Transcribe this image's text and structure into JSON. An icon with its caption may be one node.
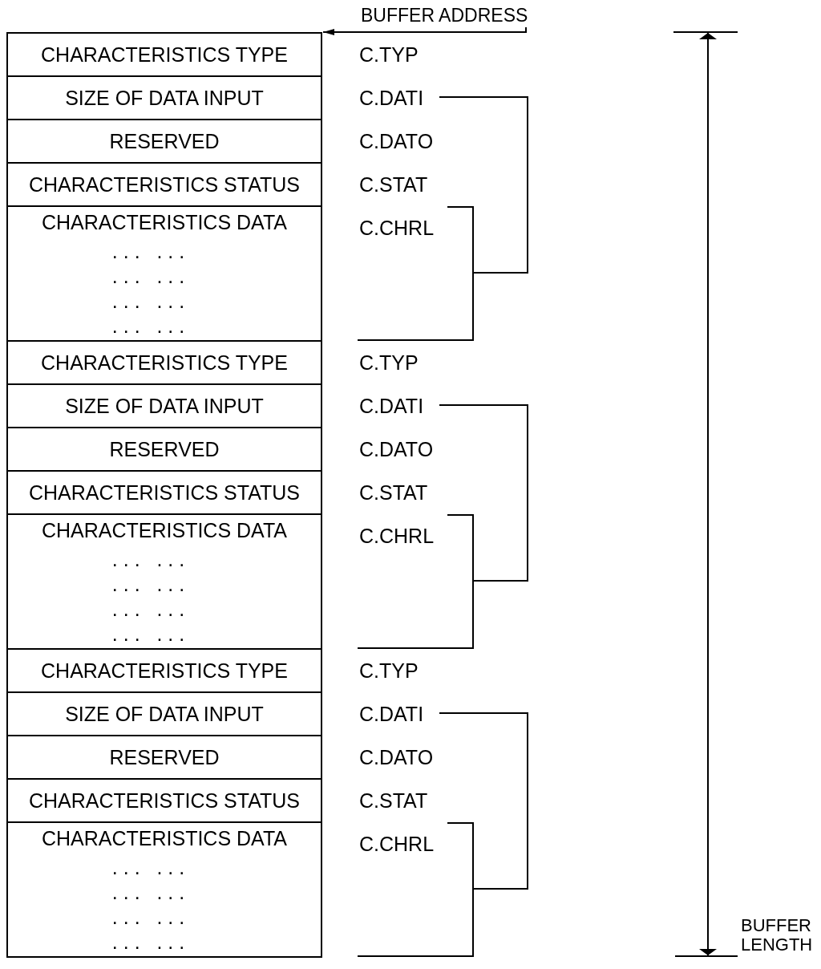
{
  "diagram": {
    "nodes": [
      {
        "text": [
          "BUFFER ADDRESS"
        ]
      },
      {
        "text": [
          "CHARACTERISTICS TYPE"
        ],
        "beside": [
          "C.TYP"
        ]
      },
      {
        "text": [
          "SIZE OF DATA INPUT"
        ],
        "beside": [
          "C.DATI"
        ]
      },
      {
        "text": [
          "RESERVED"
        ],
        "beside": [
          "C.DATO"
        ]
      },
      {
        "text": [
          "CHARACTERISTICS STATUS"
        ],
        "beside": [
          "C.STAT"
        ]
      },
      {
        "text": [
          "CHARACTERISTICS DATA",
          ". . .   . . .",
          ". . .   . . .",
          ". . .   . . .",
          ". . .   . . ."
        ],
        "beside": [
          "C.CHRL"
        ]
      },
      {
        "text": [
          "CHARACTERISTICS TYPE"
        ],
        "beside": [
          "C.TYP"
        ]
      },
      {
        "text": [
          "SIZE OF DATA INPUT"
        ],
        "beside": [
          "C.DATI"
        ]
      },
      {
        "text": [
          "RESERVED"
        ],
        "beside": [
          "C.DATO"
        ]
      },
      {
        "text": [
          "CHARACTERISTICS STATUS"
        ],
        "beside": [
          "C.STAT"
        ]
      },
      {
        "text": [
          "CHARACTERISTICS DATA",
          ". . .   . . .",
          ". . .   . . .",
          ". . .   . . .",
          ". . .   . . ."
        ],
        "beside": [
          "C.CHRL"
        ]
      },
      {
        "text": [
          "CHARACTERISTICS TYPE"
        ],
        "beside": [
          "C.TYP"
        ]
      },
      {
        "text": [
          "SIZE OF DATA INPUT"
        ],
        "beside": [
          "C.DATI"
        ]
      },
      {
        "text": [
          "RESERVED"
        ],
        "beside": [
          "C.DATO"
        ]
      },
      {
        "text": [
          "CHARACTERISTICS STATUS"
        ],
        "beside": [
          "C.STAT"
        ]
      },
      {
        "text": [
          "CHARACTERISTICS DATA",
          ". . .   . . .",
          ". . .   . . .",
          ". . .   . . .",
          ". . .   . . ."
        ],
        "beside": [
          "C.CHRL"
        ]
      }
    ],
    "edges": [
      {
        "from": 0,
        "to": 1,
        "arrow": "to"
      }
    ],
    "labels": [
      "BUFFER LENGTH"
    ]
  }
}
